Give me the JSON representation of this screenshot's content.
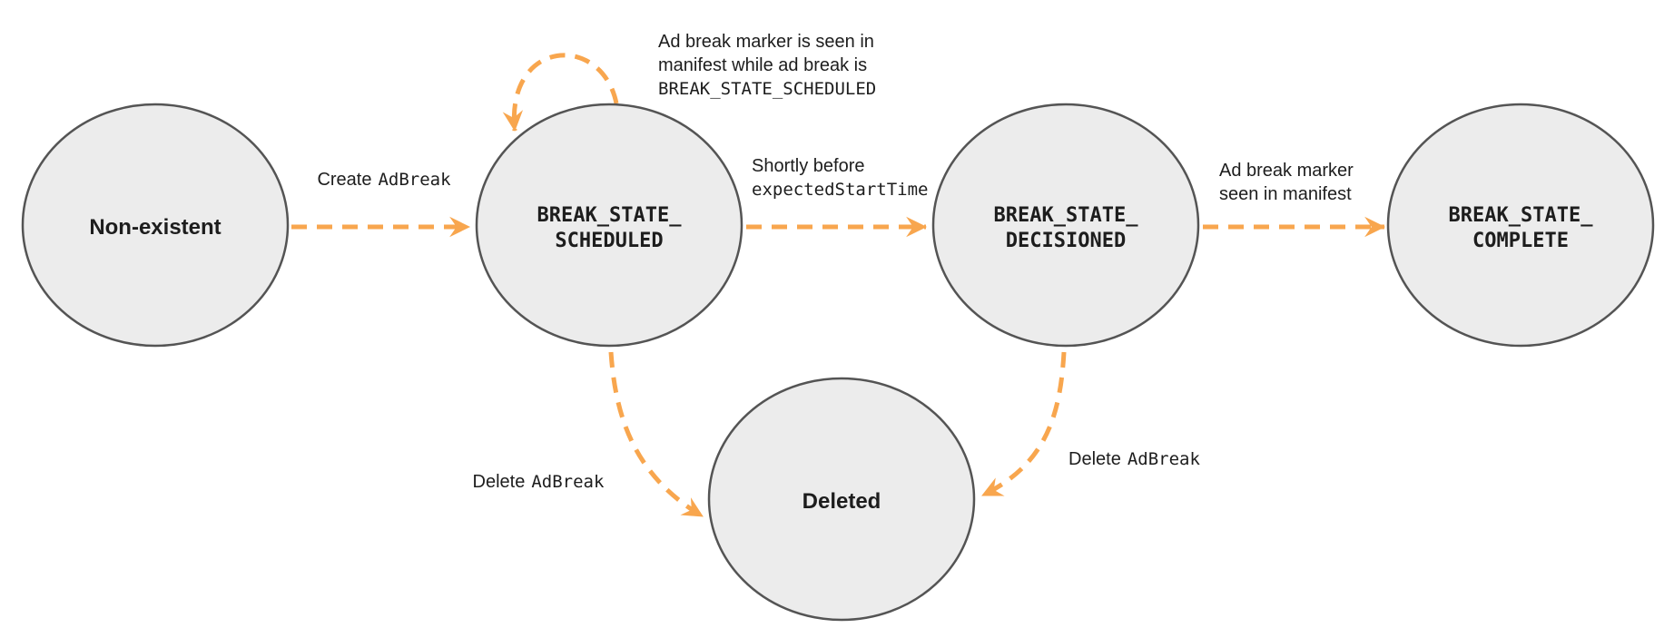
{
  "diagram": {
    "states": {
      "non_existent": {
        "label": "Non-existent"
      },
      "scheduled": {
        "line1": "BREAK_STATE_",
        "line2": "SCHEDULED"
      },
      "decisioned": {
        "line1": "BREAK_STATE_",
        "line2": "DECISIONED"
      },
      "complete": {
        "line1": "BREAK_STATE_",
        "line2": "COMPLETE"
      },
      "deleted": {
        "label": "Deleted"
      }
    },
    "transitions": {
      "create": {
        "text": "Create",
        "code": "AdBreak"
      },
      "self_loop": {
        "line1": "Ad break marker is seen in",
        "line2": "manifest while ad break is",
        "code": "BREAK_STATE_SCHEDULED"
      },
      "shortly_before": {
        "line1": "Shortly before",
        "code": "expectedStartTime"
      },
      "marker_seen": {
        "line1": "Ad break marker",
        "line2": "seen in manifest"
      },
      "delete_from_scheduled": {
        "text": "Delete",
        "code": "AdBreak"
      },
      "delete_from_decisioned": {
        "text": "Delete",
        "code": "AdBreak"
      }
    },
    "colors": {
      "arrow": "#F8A64E",
      "state_fill": "#ECECEC",
      "state_border": "#545454",
      "text": "#1D1D1D"
    }
  }
}
